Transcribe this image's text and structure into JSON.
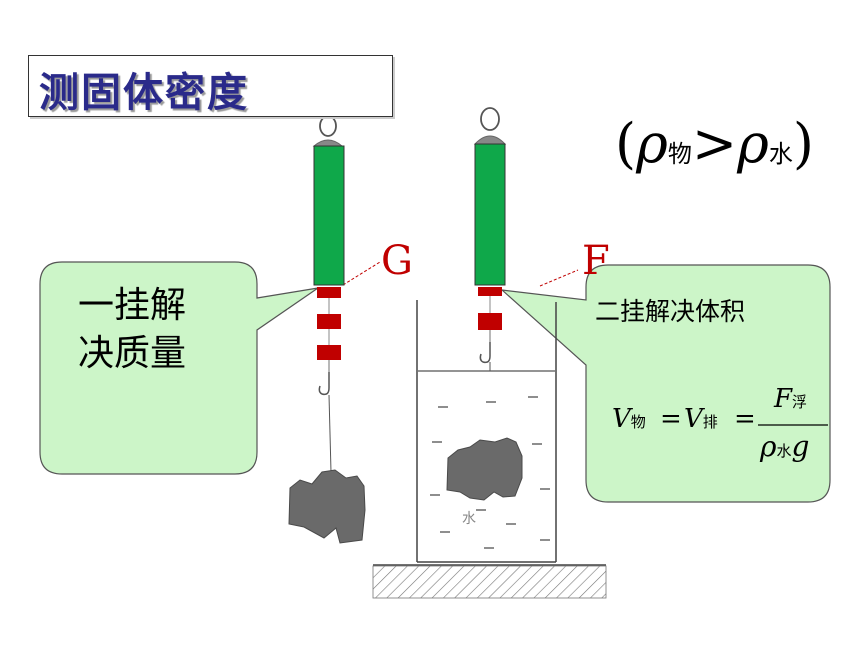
{
  "title": "测固体密度",
  "condition": {
    "open": "(",
    "rho1": "ρ",
    "sub1": "物",
    "gt": ">",
    "rho2": "ρ",
    "sub2": "水",
    "close": ")"
  },
  "labels": {
    "g": "G",
    "f": "F"
  },
  "bubble_left": {
    "line1": "一挂解",
    "line2": "决质量"
  },
  "bubble_right": {
    "title": "二挂解决体积"
  },
  "equation": {
    "v1": "V",
    "v1_sub": "物",
    "eq1": "=",
    "v2": "V",
    "v2_sub": "排",
    "eq2": "=",
    "num": "F",
    "num_sub": "浮",
    "den_rho": "ρ",
    "den_sub": "水",
    "den_g": "g"
  },
  "colors": {
    "scale_body": "#0fa84a",
    "scale_band": "#c00000",
    "bubble": "#ccf5c8",
    "title": "#2a2a8a",
    "label": "#c00000",
    "rock": "#6a6a6a"
  },
  "water_marks": {
    "left": "水"
  }
}
